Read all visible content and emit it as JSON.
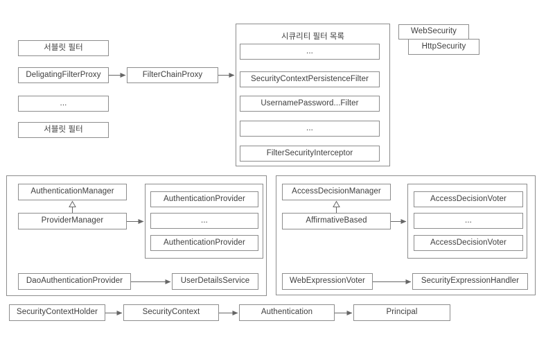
{
  "diagram": {
    "top": {
      "servlet_filter_1": "서블릿 필터",
      "delegating_filter_proxy": "DeligatingFilterProxy",
      "ellipsis": "...",
      "servlet_filter_2": "서블릿 필터",
      "filter_chain_proxy": "FilterChainProxy",
      "web_security": "WebSecurity",
      "http_security": "HttpSecurity",
      "filter_list": {
        "title": "시큐리티 필터 목록",
        "items": [
          "...",
          "SecurityContextPersistenceFilter",
          "UsernamePassword...Filter",
          "...",
          "FilterSecurityInterceptor"
        ]
      }
    },
    "auth": {
      "authentication_manager": "AuthenticationManager",
      "provider_manager": "ProviderManager",
      "providers": [
        "AuthenticationProvider",
        "...",
        "AuthenticationProvider"
      ],
      "dao_authentication_provider": "DaoAuthenticationProvider",
      "user_details_service": "UserDetailsService"
    },
    "access": {
      "access_decision_manager": "AccessDecisionManager",
      "affirmative_based": "AffirmativeBased",
      "voters": [
        "AccessDecisionVoter",
        "...",
        "AccessDecisionVoter"
      ],
      "web_expression_voter": "WebExpressionVoter",
      "security_expression_handler": "SecurityExpressionHandler"
    },
    "context_chain": {
      "security_context_holder": "SecurityContextHolder",
      "security_context": "SecurityContext",
      "authentication": "Authentication",
      "principal": "Principal"
    },
    "colors": {
      "box_border": "#8c8c8c",
      "text": "#3d3d3d",
      "arrow": "#666666",
      "background": "#ffffff"
    }
  }
}
